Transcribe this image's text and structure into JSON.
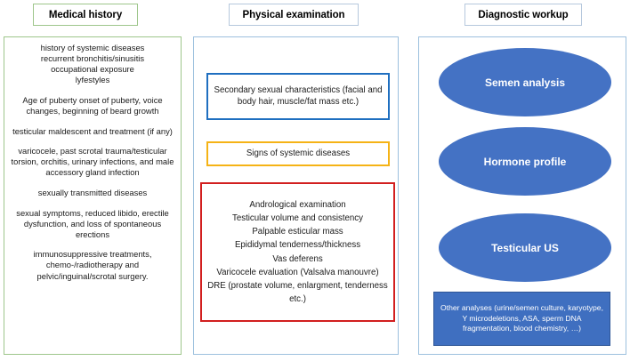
{
  "columns": {
    "history": {
      "header": "Medical history",
      "border_color": "#9ec68b",
      "paragraphs": [
        "history of systemic diseases\nrecurrent bronchitis/sinusitis\noccupational exposure\nlyfestyles",
        "Age of puberty onset of puberty, voice changes, beginning of beard growth",
        "testicular maldescent and treatment (if any)",
        "varicocele, past scrotal trauma/testicular torsion, orchitis, urinary infections, and male accessory gland infection",
        "sexually transmitted diseases",
        "sexual symptoms, reduced libido, erectile dysfunction, and loss of spontaneous erections",
        "immunosuppressive treatments, chemo-/radiotherapy and pelvic/inguinal/scrotal surgery."
      ]
    },
    "physical": {
      "header": "Physical examination",
      "border_color": "#9cc0de",
      "boxes": [
        {
          "id": "secondary-sexual-characteristics",
          "text": "Secondary sexual characteristics (facial and body hair, muscle/fat mass etc.)",
          "border_color": "#1f6fc0"
        },
        {
          "id": "signs-of-systemic-diseases",
          "text": "Signs of systemic diseases",
          "border_color": "#f5b316"
        },
        {
          "id": "andrological-examination",
          "text": "Andrological examination\nTesticular volume and consistency\nPalpable esticular mass\nEpididymal tenderness/thickness\nVas deferens\nVaricocele evaluation (Valsalva manouvre)\nDRE (prostate volume, enlargment, tenderness etc.)",
          "border_color": "#d21f1f"
        }
      ]
    },
    "diagnostic": {
      "header": "Diagnostic workup",
      "border_color": "#9cc0de",
      "ellipse_fill": "#4472c4",
      "ellipses": [
        "Semen analysis",
        "Hormone profile",
        "Testicular US"
      ],
      "other_box": {
        "text": "Other analyses (urine/semen culture, karyotype, Y microdeletions, ASA, sperm DNA fragmentation, blood chemistry, …)",
        "fill": "#3f6fc0"
      }
    }
  }
}
